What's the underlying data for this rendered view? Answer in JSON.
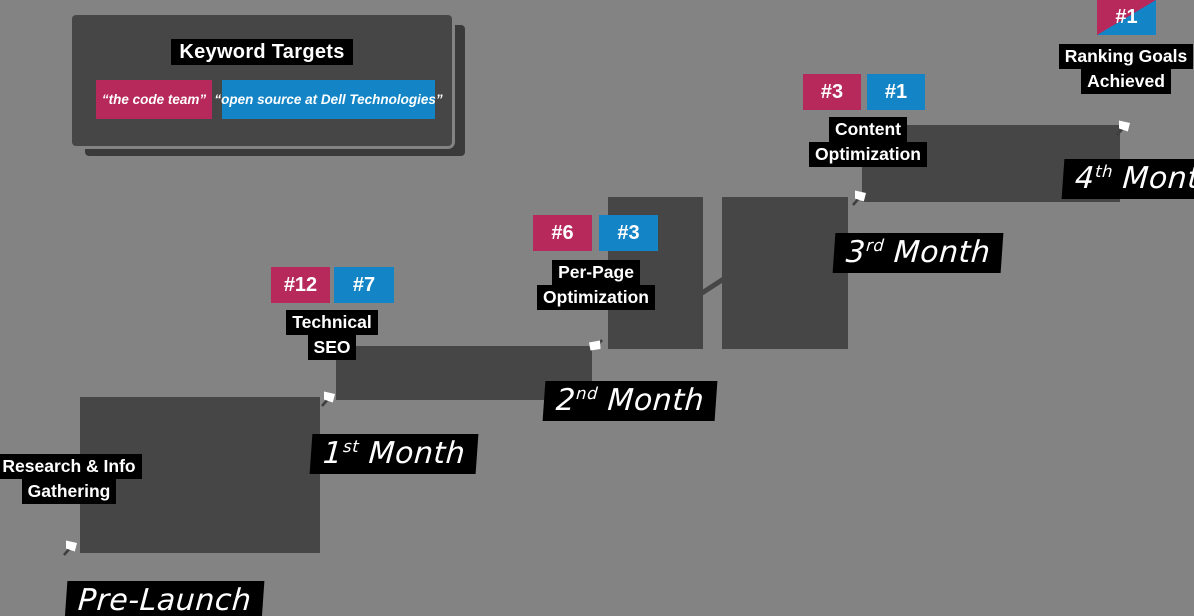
{
  "colors": {
    "background": "#838383",
    "block": "#464646",
    "block_shadow": "#3a3a3a",
    "label_background": "#000000",
    "pink": "#b7295a",
    "blue": "#1385c6",
    "text": "#ffffff"
  },
  "keyword_panel": {
    "title": "Keyword Targets",
    "keywords": [
      {
        "text": "“the code team”",
        "color_name": "pink"
      },
      {
        "text": "“open source at Dell Technologies”",
        "color_name": "blue"
      }
    ]
  },
  "stages": [
    {
      "phase_line1": "Research & Info",
      "phase_line2": "Gathering",
      "month_num": "",
      "month_sup": "",
      "month_text": "Pre-Launch",
      "badges": []
    },
    {
      "phase_line1": "Technical",
      "phase_line2": "SEO",
      "month_num": "1",
      "month_sup": "st",
      "month_text": " Month",
      "badges": [
        {
          "label": "#12",
          "color_name": "pink"
        },
        {
          "label": "#7",
          "color_name": "blue"
        }
      ]
    },
    {
      "phase_line1": "Per-Page",
      "phase_line2": "Optimization",
      "month_num": "2",
      "month_sup": "nd",
      "month_text": " Month",
      "badges": [
        {
          "label": "#6",
          "color_name": "pink"
        },
        {
          "label": "#3",
          "color_name": "blue"
        }
      ]
    },
    {
      "phase_line1": "Content",
      "phase_line2": "Optimization",
      "month_num": "3",
      "month_sup": "rd",
      "month_text": " Month",
      "badges": [
        {
          "label": "#3",
          "color_name": "pink"
        },
        {
          "label": "#1",
          "color_name": "blue"
        }
      ]
    },
    {
      "phase_line1": "Ranking Goals",
      "phase_line2": "Achieved",
      "month_num": "4",
      "month_sup": "th",
      "month_text": " Month",
      "badges": [
        {
          "label": "#1",
          "color_name": "pink-blue-split"
        }
      ]
    }
  ]
}
